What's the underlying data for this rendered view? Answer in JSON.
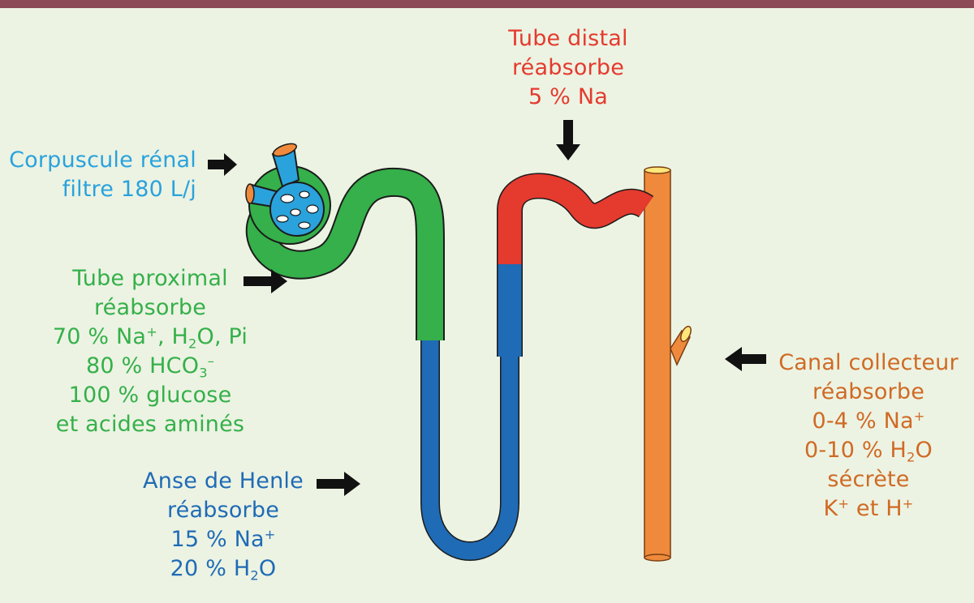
{
  "colors": {
    "background": "#ecf3e3",
    "top_bar": "#8b4a55",
    "corpuscle": "#2aa2dc",
    "proximal": "#35b04a",
    "henle": "#1f6bb5",
    "distal": "#e53a2e",
    "collecting": "#ef8a3c",
    "collecting_text": "#d06a24",
    "arrow": "#111111"
  },
  "labels": {
    "corpuscle": {
      "line1": "Corpuscule rénal",
      "line2": "filtre 180 L/j"
    },
    "distal": {
      "line1": "Tube distal",
      "line2": "réabsorbe",
      "line3": "5 % Na"
    },
    "proximal": {
      "line1": "Tube proximal",
      "line2": "réabsorbe",
      "line3_a": "70 % Na",
      "line3_sup": "+",
      "line3_b": ", H",
      "line3_sub": "2",
      "line3_c": "O, Pi",
      "line4_a": "80 % HCO",
      "line4_sub": "3",
      "line4_sup": "–",
      "line5": "100 % glucose",
      "line6": "et acides aminés"
    },
    "henle": {
      "line1": "Anse de Henle",
      "line2": "réabsorbe",
      "line3_a": "15 % Na",
      "line3_sup": "+",
      "line4_a": "20 % H",
      "line4_sub": "2",
      "line4_b": "O"
    },
    "collecting": {
      "line1": "Canal collecteur",
      "line2": "réabsorbe",
      "line3_a": "0-4 % Na",
      "line3_sup": "+",
      "line4_a": "0-10 % H",
      "line4_sub": "2",
      "line4_b": "O",
      "line5": "sécrète",
      "line6_a": "K",
      "line6_sup1": "+",
      "line6_b": " et H",
      "line6_sup2": "+"
    }
  }
}
